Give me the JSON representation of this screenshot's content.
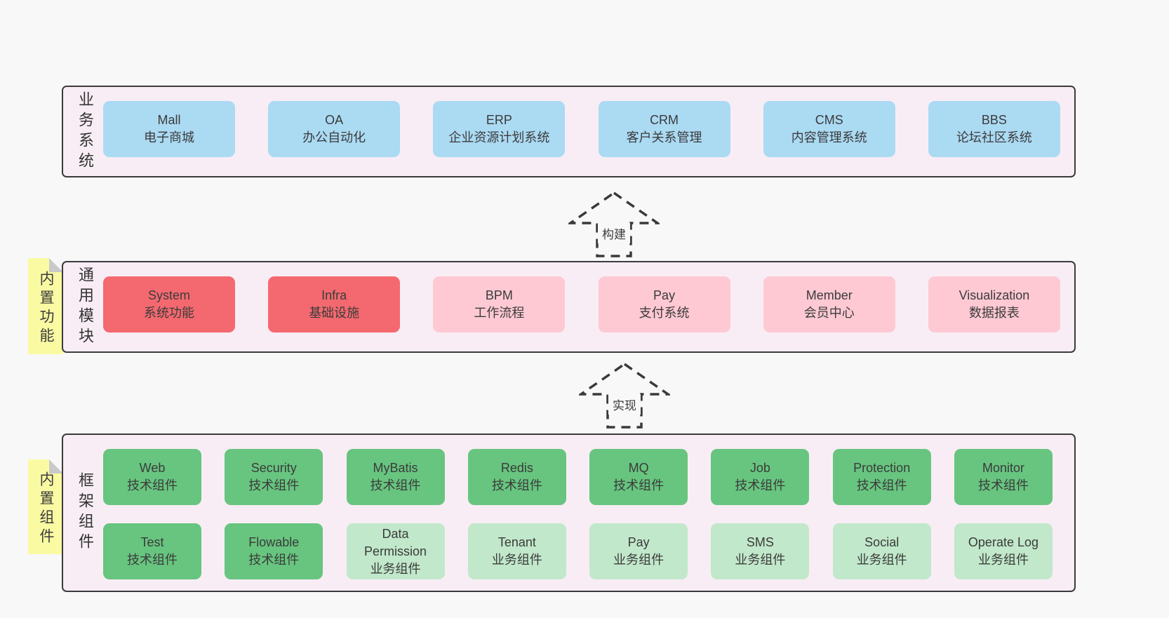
{
  "colors": {
    "page_bg": "#f8f8f8",
    "container_bg": "#f8edf5",
    "container_border": "#3b3b3b",
    "blue": "#abdaf3",
    "red": "#f4696f",
    "pink": "#fec9d3",
    "green": "#67c57f",
    "light_green": "#c1e8ca",
    "note_yellow": "#fafaa3",
    "note_fold_gray": "#c9c9c9",
    "text": "#3b3b3b"
  },
  "arrows": [
    {
      "label": "构建"
    },
    {
      "label": "实现"
    }
  ],
  "layers": [
    {
      "side_label": "业务系统",
      "note": "",
      "rows": [
        [
          {
            "title": "Mall",
            "subtitle": "电子商城",
            "type": "blue"
          },
          {
            "title": "OA",
            "subtitle": "办公自动化",
            "type": "blue"
          },
          {
            "title": "ERP",
            "subtitle": "企业资源计划系统",
            "type": "blue"
          },
          {
            "title": "CRM",
            "subtitle": "客户关系管理",
            "type": "blue"
          },
          {
            "title": "CMS",
            "subtitle": "内容管理系统",
            "type": "blue"
          },
          {
            "title": "BBS",
            "subtitle": "论坛社区系统",
            "type": "blue"
          }
        ]
      ]
    },
    {
      "side_label": "通用模块",
      "note": "内置功能",
      "rows": [
        [
          {
            "title": "System",
            "subtitle": "系统功能",
            "type": "red"
          },
          {
            "title": "Infra",
            "subtitle": "基础设施",
            "type": "red"
          },
          {
            "title": "BPM",
            "subtitle": "工作流程",
            "type": "pink"
          },
          {
            "title": "Pay",
            "subtitle": "支付系统",
            "type": "pink"
          },
          {
            "title": "Member",
            "subtitle": "会员中心",
            "type": "pink"
          },
          {
            "title": "Visualization",
            "subtitle": "数据报表",
            "type": "pink"
          }
        ]
      ]
    },
    {
      "side_label": "框架组件",
      "note": "内置组件",
      "rows": [
        [
          {
            "title": "Web",
            "subtitle": "技术组件",
            "type": "green"
          },
          {
            "title": "Security",
            "subtitle": "技术组件",
            "type": "green"
          },
          {
            "title": "MyBatis",
            "subtitle": "技术组件",
            "type": "green"
          },
          {
            "title": "Redis",
            "subtitle": "技术组件",
            "type": "green"
          },
          {
            "title": "MQ",
            "subtitle": "技术组件",
            "type": "green"
          },
          {
            "title": "Job",
            "subtitle": "技术组件",
            "type": "green"
          },
          {
            "title": "Protection",
            "subtitle": "技术组件",
            "type": "green"
          },
          {
            "title": "Monitor",
            "subtitle": "技术组件",
            "type": "green"
          }
        ],
        [
          {
            "title": "Test",
            "subtitle": "技术组件",
            "type": "green"
          },
          {
            "title": "Flowable",
            "subtitle": "技术组件",
            "type": "green"
          },
          {
            "title": "Data Permission",
            "subtitle": "业务组件",
            "type": "lightgreen"
          },
          {
            "title": "Tenant",
            "subtitle": "业务组件",
            "type": "lightgreen"
          },
          {
            "title": "Pay",
            "subtitle": "业务组件",
            "type": "lightgreen"
          },
          {
            "title": "SMS",
            "subtitle": "业务组件",
            "type": "lightgreen"
          },
          {
            "title": "Social",
            "subtitle": "业务组件",
            "type": "lightgreen"
          },
          {
            "title": "Operate Log",
            "subtitle": "业务组件",
            "type": "lightgreen"
          }
        ]
      ]
    }
  ]
}
